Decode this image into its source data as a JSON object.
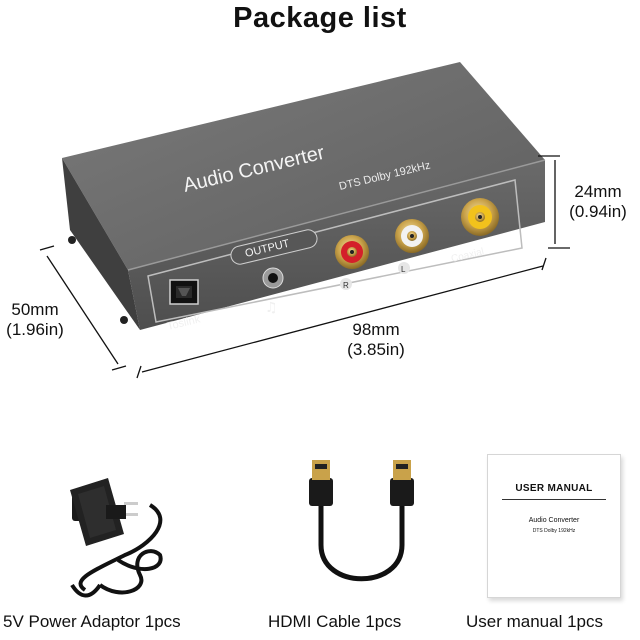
{
  "title": "Package list",
  "device": {
    "brand_text": "Audio Converter",
    "sub_text": "DTS Dolby 192kHz",
    "output_label": "OUTPUT",
    "toslink_label": "Toslink",
    "coaxial_label": "Coaxial",
    "rca_right": "R",
    "rca_left": "L"
  },
  "dimensions": {
    "height_mm": "24mm",
    "height_in": "(0.94in)",
    "depth_mm": "50mm",
    "depth_in": "(1.96in)",
    "width_mm": "98mm",
    "width_in": "(3.85in)"
  },
  "items": [
    {
      "caption": "5V Power Adaptor 1pcs",
      "icon": "power-adaptor-icon"
    },
    {
      "caption": "HDMI Cable 1pcs",
      "icon": "hdmi-cable-icon"
    },
    {
      "caption": "User manual 1pcs",
      "icon": "user-manual-icon"
    }
  ],
  "manual": {
    "heading": "USER MANUAL",
    "subtitle": "Audio Converter",
    "subtitle2": "DTS Dolby 192kHz"
  },
  "colors": {
    "body": "#6b6b6b",
    "red_jack": "#d4202a",
    "white_jack": "#f2f2f2",
    "yellow_jack": "#f2c21c",
    "gold": "#c9a24a"
  }
}
